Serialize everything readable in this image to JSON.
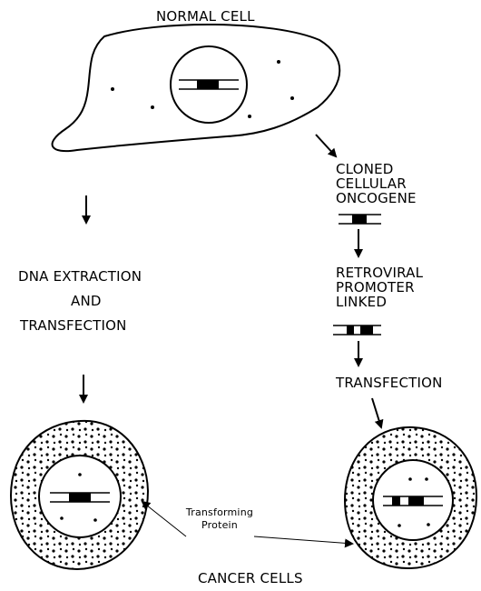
{
  "title": "NORMAL CELL",
  "left_steps": [
    "DNA EXTRACTION",
    "AND",
    "TRANSFECTION"
  ],
  "right_steps": {
    "oncogene": [
      "CLONED",
      "CELLULAR",
      "ONCOGENE"
    ],
    "promoter": [
      "RETROVIRAL",
      "PROMOTER",
      "LINKED"
    ],
    "transfection": "TRANSFECTION"
  },
  "protein_label": [
    "Transforming",
    "Protein"
  ],
  "bottom_label": "CANCER CELLS"
}
